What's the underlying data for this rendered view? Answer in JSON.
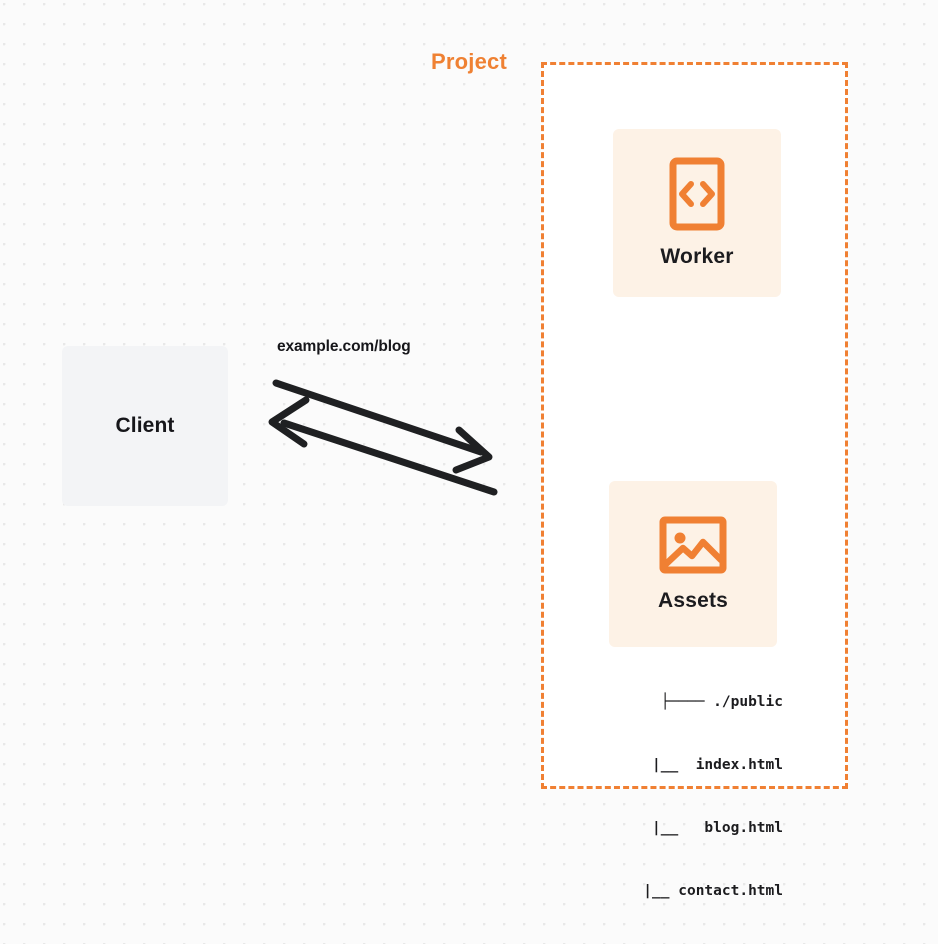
{
  "diagram": {
    "type": "architecture-diagram",
    "background": "#fbfbfb",
    "accent_color": "#ef8133",
    "card_fill": "#fdf2e6",
    "client_fill": "#f3f4f6"
  },
  "client": {
    "label": "Client"
  },
  "edge": {
    "label": "example.com/blog",
    "direction": "bidirectional"
  },
  "project": {
    "title": "Project",
    "services": [
      {
        "label": "Worker",
        "icon": "code-brackets-icon"
      },
      {
        "label": "Assets",
        "icon": "image-icon"
      }
    ],
    "file_tree": [
      "├──── ./public",
      "    |__  index.html",
      "    |__   blog.html",
      "    |__ contact.html"
    ]
  }
}
